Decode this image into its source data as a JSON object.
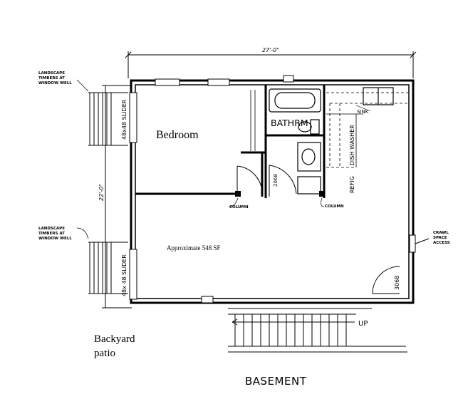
{
  "labels": {
    "dimension_width": "27'-0\"",
    "dimension_height": "22'-0\"",
    "landscape_top": [
      "LANDSCAPE",
      "TIMBERS AT",
      "WINDOW WELL"
    ],
    "landscape_bottom": [
      "LANDSCAPE",
      "TIMBERS AT",
      "WINDOW WELL"
    ],
    "slider_top": "48x48 SLIDER",
    "slider_bottom": "48x 48 SLIDER",
    "bedroom": "Bedroom",
    "bathroom": "BATHRM",
    "sink": "SINK",
    "dishwasher": "DISH WASHER",
    "refrigerator": "REFIG",
    "door_2068": "2068",
    "door_3068": "3068",
    "column_left": "COLUMN",
    "column_right": "COLUMN",
    "area": "Approximate 548 SF",
    "crawl_space": [
      "CRAWL",
      "SPACE",
      "ACCESS"
    ],
    "stairs_up": "UP",
    "backyard": [
      "Backyard",
      "patio"
    ],
    "floor_name": "BASEMENT"
  },
  "colors": {
    "ink": "#000000",
    "paper": "#ffffff"
  }
}
